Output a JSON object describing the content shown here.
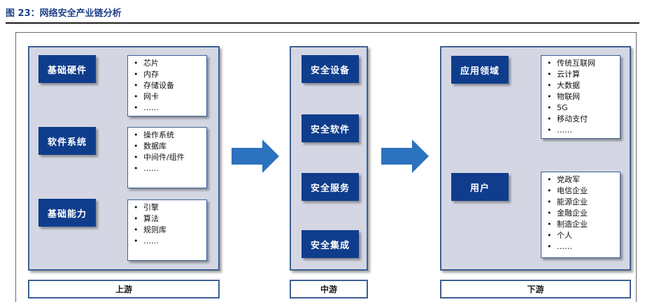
{
  "title": "图 23：网络安全产业链分析",
  "colors": {
    "accent": "#0f3d8c",
    "panel": "#d4d7e3",
    "border": "#3e5f94"
  },
  "upstream": {
    "label": "上游",
    "groups": [
      {
        "name": "基础硬件",
        "items": [
          "芯片",
          "内存",
          "存储设备",
          "网卡",
          "……"
        ]
      },
      {
        "name": "软件系统",
        "items": [
          "操作系统",
          "数据库",
          "中间件/组件",
          "……"
        ]
      },
      {
        "name": "基础能力",
        "items": [
          "引擎",
          "算法",
          "规则库",
          "……"
        ]
      }
    ]
  },
  "midstream": {
    "label": "中游",
    "items": [
      "安全设备",
      "安全软件",
      "安全服务",
      "安全集成"
    ]
  },
  "downstream": {
    "label": "下游",
    "groups": [
      {
        "name": "应用领域",
        "items": [
          "传统互联网",
          "云计算",
          "大数据",
          "物联网",
          "5G",
          "移动支付",
          "……"
        ]
      },
      {
        "name": "用户",
        "items": [
          "党政军",
          "电信企业",
          "能源企业",
          "金融企业",
          "制造企业",
          "个人",
          "……"
        ]
      }
    ]
  }
}
